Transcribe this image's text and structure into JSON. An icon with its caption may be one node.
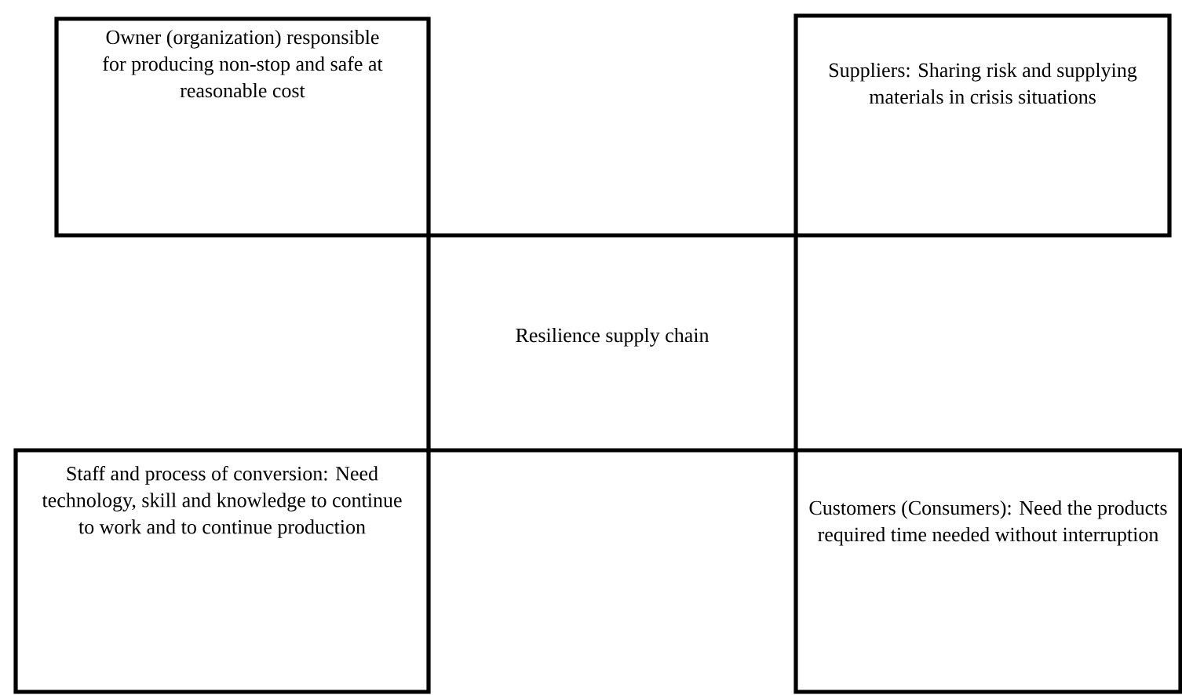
{
  "diagram": {
    "nodes": [
      {
        "text": [
          "Owner (organization) responsible for producing non-stop and safe at reasonable cost"
        ]
      },
      {
        "text": [
          "Suppliers: Sharing risk and supplying materials in crisis situations"
        ]
      },
      {
        "text": [
          "Resilience supply chain"
        ]
      },
      {
        "text": [
          "Staff and process of conversion: Need technology, skill and knowledge to continue to work and to continue production"
        ]
      },
      {
        "text": [
          "Customers (Consumers): Need the products required time needed without interruption"
        ]
      }
    ]
  }
}
